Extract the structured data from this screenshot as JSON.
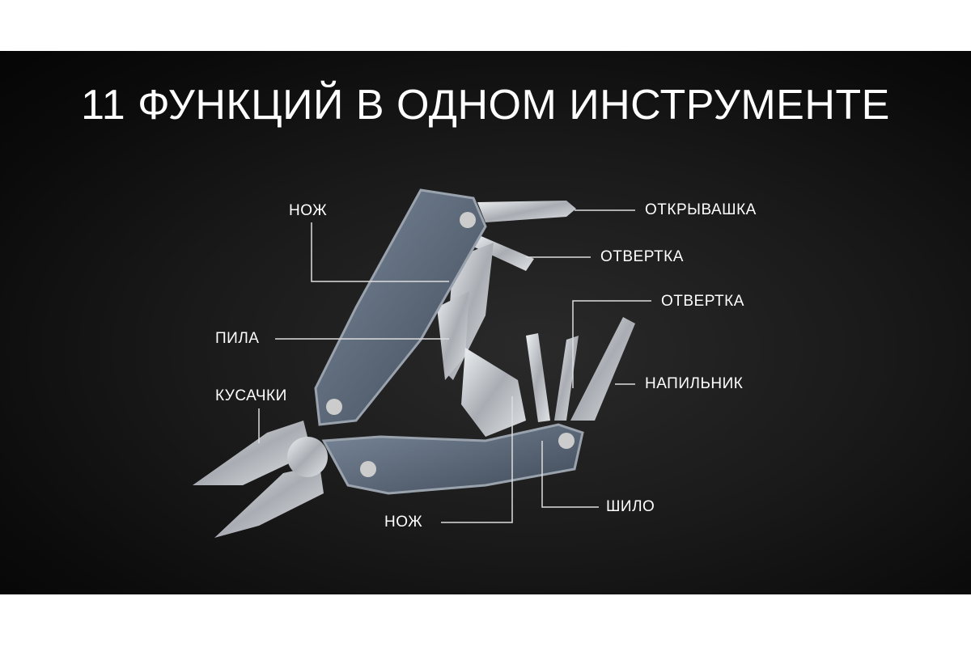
{
  "title": "11 ФУНКЦИЙ В ОДНОМ ИНСТРУМЕНТЕ",
  "labels": {
    "knife_top": "НОЖ",
    "opener": "ОТКРЫВАШКА",
    "screwdriver_1": "ОТВЕРТКА",
    "screwdriver_2": "ОТВЕРТКА",
    "saw": "ПИЛА",
    "file": "НАПИЛЬНИК",
    "pliers": "КУСАЧКИ",
    "knife_bottom": "НОЖ",
    "awl": "ШИЛО"
  },
  "colors": {
    "background": "#111111",
    "text": "#ffffff",
    "handle": "#5b6878",
    "steel": "#c9ccd0"
  }
}
